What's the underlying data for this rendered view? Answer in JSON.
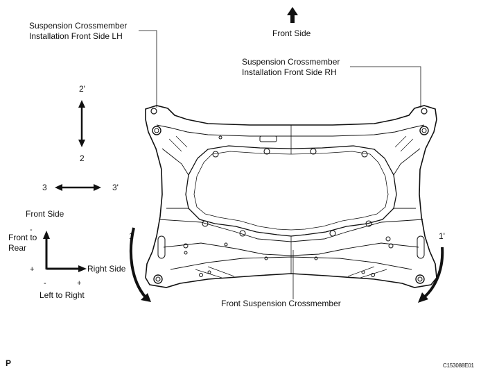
{
  "labels": {
    "lh_line1": "Suspension Crossmember",
    "lh_line2": "Installation Front Side LH",
    "front_side_top": "Front Side",
    "rh_line1": "Suspension Crossmember",
    "rh_line2": "Installation Front Side RH",
    "front_suspension_crossmember": "Front Suspension Crossmember",
    "front_side_axes": "Front Side",
    "front_to_rear_1": "Front to",
    "front_to_rear_2": "Rear",
    "right_side": "Right Side",
    "left_to_right": "Left to Right",
    "plus_y": "+",
    "minus_y": "-",
    "minus_x": "-",
    "plus_x": "+",
    "dir_2_top": "2'",
    "dir_2_bottom": "2",
    "dir_3_left": "3",
    "dir_3_right": "3'",
    "dir_1_left": "1",
    "dir_1_right": "1'",
    "corner_p": "P",
    "figure_code": "C153088E01"
  },
  "icons": [
    "front-arrow-icon",
    "double-arrow-vertical-icon",
    "double-arrow-horizontal-icon",
    "curved-arrow-icon",
    "axes-icon"
  ],
  "colors": {
    "ink": "#111111",
    "background": "#ffffff"
  }
}
